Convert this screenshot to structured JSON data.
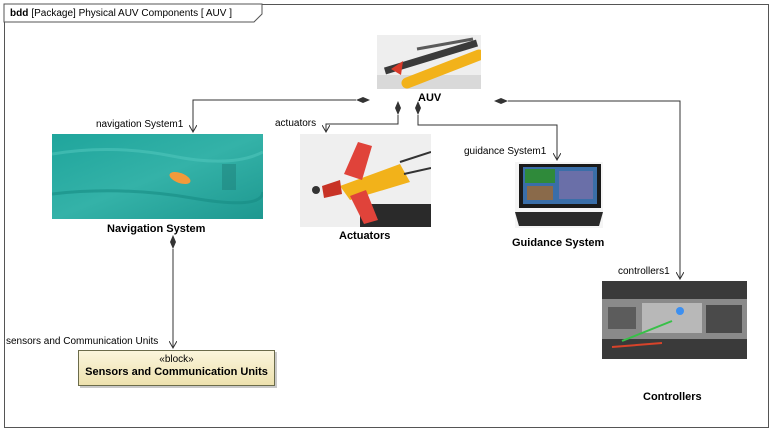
{
  "frame": {
    "kind": "bdd",
    "header": "[Package] Physical AUV Components [ AUV ]"
  },
  "nodes": {
    "auv": {
      "name": "AUV"
    },
    "navigation": {
      "name": "Navigation System"
    },
    "actuators": {
      "name": "Actuators"
    },
    "guidance": {
      "name": "Guidance System"
    },
    "controllers": {
      "name": "Controllers"
    },
    "sensors": {
      "stereotype": "«block»",
      "name": "Sensors and Communication Units"
    }
  },
  "roles": {
    "navigation": "navigation System1",
    "actuators": "actuators",
    "guidance": "guidance System1",
    "controllers": "controllers1",
    "sensors": "sensors and Communication Units"
  },
  "colors": {
    "line": "#333333",
    "block_fill_top": "#fbf5dc",
    "block_fill_bottom": "#ede1ae",
    "water": "#2aa8a0",
    "auv_yellow": "#f2b21a"
  }
}
